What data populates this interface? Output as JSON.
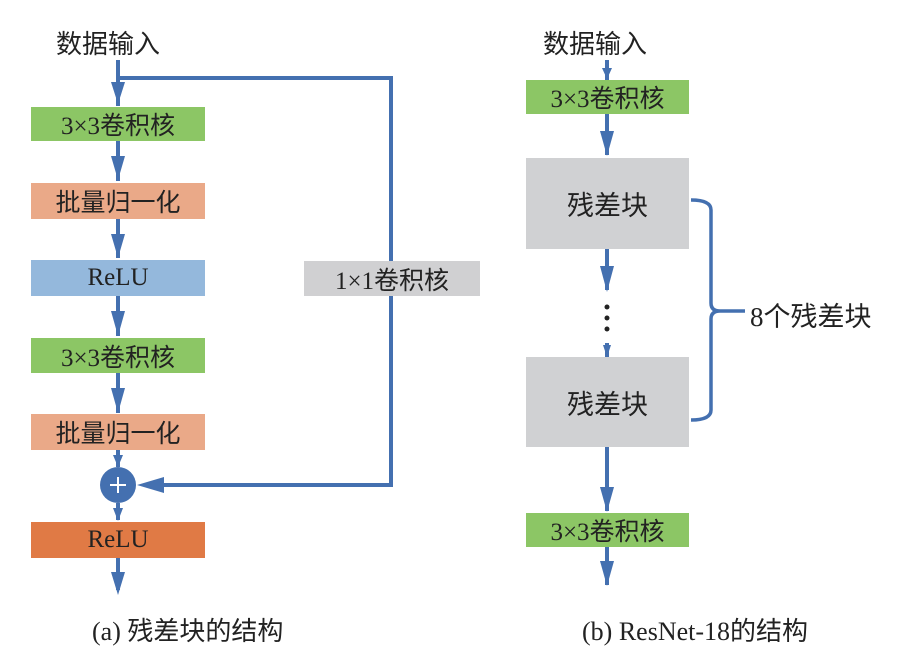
{
  "colors": {
    "line": "#4470b0",
    "conv": "#8cc665",
    "bn": "#eaa988",
    "relu1": "#94b8dc",
    "relu2": "#e07a45",
    "conv1x1": "#d0d0d2",
    "resblock": "#d0d1d3"
  },
  "panel_a": {
    "input_label": "数据输入",
    "nodes": [
      "3×3卷积核",
      "批量归一化",
      "ReLU",
      "3×3卷积核",
      "批量归一化",
      "ReLU"
    ],
    "shortcut_label": "1×1卷积核",
    "add_symbol": "+",
    "caption": "(a) 残差块的结构"
  },
  "panel_b": {
    "input_label": "数据输入",
    "first_conv": "3×3卷积核",
    "resblock_top": "残差块",
    "ellipsis": "⋮",
    "resblock_bottom": "残差块",
    "last_conv": "3×3卷积核",
    "brace_label": "8个残差块",
    "caption": "(b) ResNet-18的结构"
  }
}
